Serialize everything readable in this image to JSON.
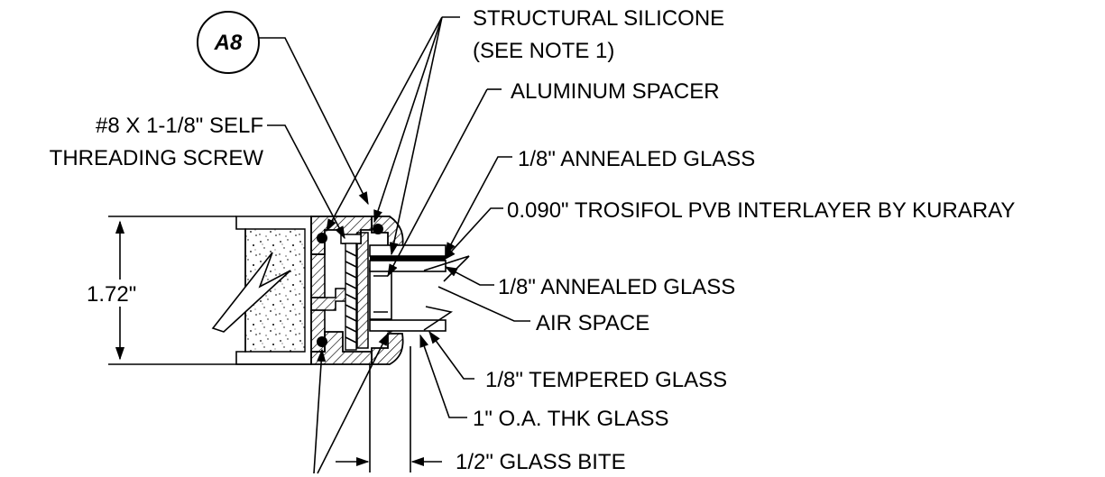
{
  "detail_tag": "A8",
  "labels": {
    "structural_silicone": "STRUCTURAL SILICONE",
    "see_note": "(SEE NOTE 1)",
    "aluminum_spacer": "ALUMINUM SPACER",
    "screw_line1": "#8 X 1-1/8\" SELF",
    "screw_line2": "THREADING SCREW",
    "annealed_glass_top": "1/8\" ANNEALED GLASS",
    "interlayer": "0.090\" TROSIFOL PVB INTERLAYER BY KURARAY",
    "annealed_glass_bottom": "1/8\" ANNEALED GLASS",
    "air_space": "AIR SPACE",
    "tempered_glass": "1/8\" TEMPERED GLASS",
    "glass_thickness": "1\" O.A. THK GLASS",
    "glass_bite": "1/2\" GLASS BITE"
  },
  "dimensions": {
    "height": "1.72\""
  },
  "colors": {
    "ink": "#000000",
    "background": "#ffffff"
  }
}
